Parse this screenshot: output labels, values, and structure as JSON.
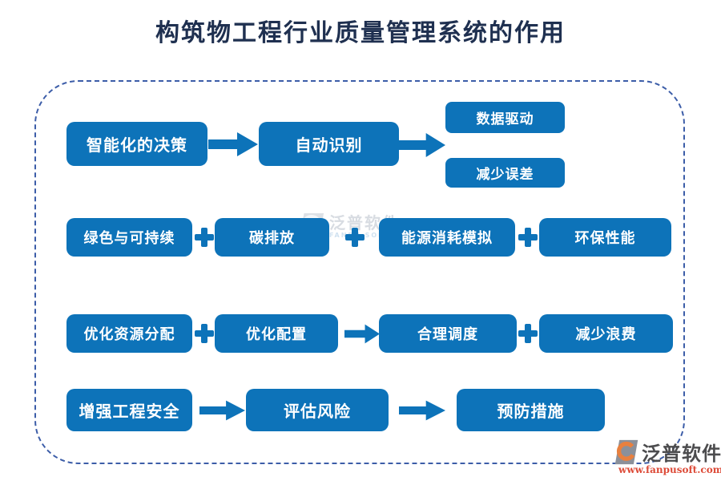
{
  "title": "构筑物工程行业质量管理系统的作用",
  "rows": [
    {
      "boxes": [
        "智能化的决策",
        "自动识别",
        "数据驱动",
        "减少误差"
      ]
    },
    {
      "boxes": [
        "绿色与可持续",
        "碳排放",
        "能源消耗模拟",
        "环保性能"
      ]
    },
    {
      "boxes": [
        "优化资源分配",
        "优化配置",
        "合理调度",
        "减少浪费"
      ]
    },
    {
      "boxes": [
        "增强工程安全",
        "评估风险",
        "预防措施"
      ]
    }
  ],
  "watermark": {
    "text": "泛普软件",
    "subtext": "FANPU SOFTWARE"
  },
  "footer": {
    "brand": "泛普软件",
    "url": "www.fanpusoft.com"
  },
  "colors": {
    "box_blue": "#0d73b9",
    "frame_blue": "#3c5da8",
    "title_color": "#1f3050",
    "url_red": "#dd4b38",
    "brand_gray": "#4c4c4e"
  }
}
